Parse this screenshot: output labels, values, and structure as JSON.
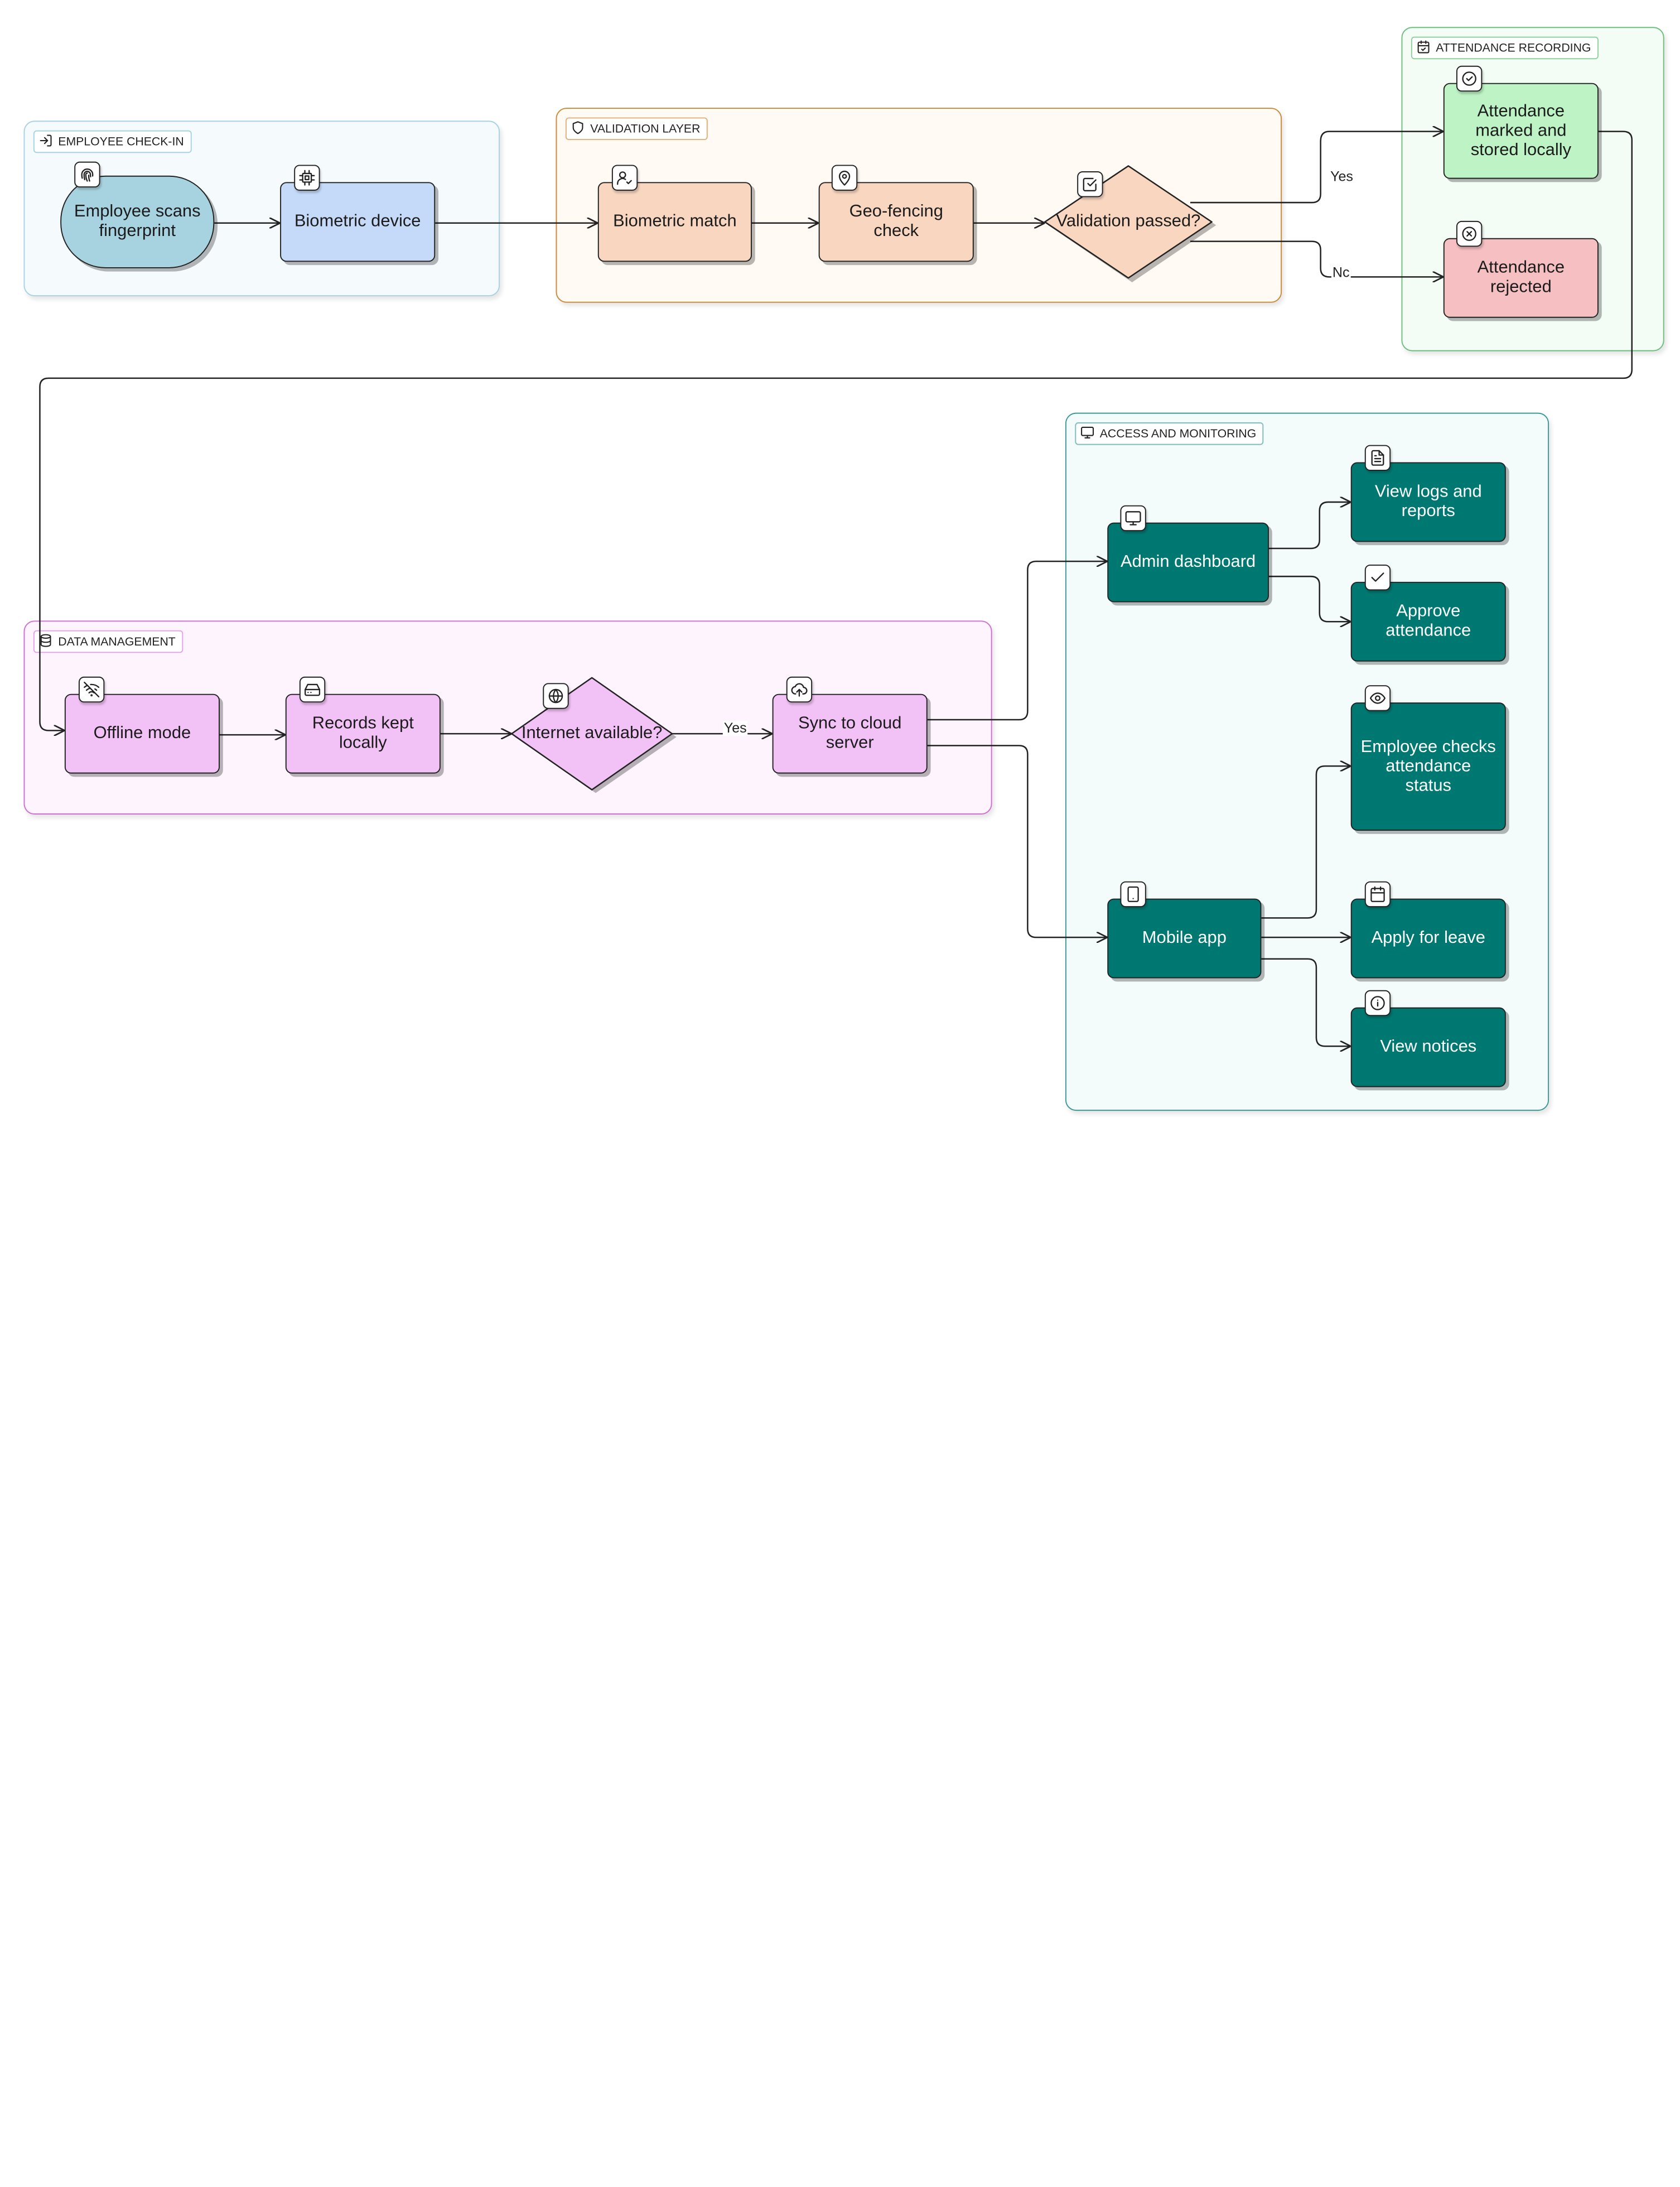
{
  "groups": {
    "checkin": "EMPLOYEE CHECK-IN",
    "validation": "VALIDATION LAYER",
    "recording": "ATTENDANCE RECORDING",
    "data": "DATA MANAGEMENT",
    "access": "ACCESS AND MONITORING"
  },
  "nodes": {
    "scan": "Employee scans fingerprint",
    "device": "Biometric device",
    "match": "Biometric match",
    "geo": "Geo-fencing check",
    "passed": "Validation passed?",
    "marked": "Attendance marked and stored locally",
    "rejected": "Attendance rejected",
    "offline": "Offline mode",
    "records": "Records kept locally",
    "internet": "Internet available?",
    "sync": "Sync to cloud server",
    "admin": "Admin dashboard",
    "logs": "View logs and reports",
    "approve": "Approve attendance",
    "checks": "Employee checks attendance status",
    "mobile": "Mobile app",
    "leave": "Apply for leave",
    "notices": "View notices"
  },
  "edge_labels": {
    "yes_valid": "Yes",
    "no_valid": "Nc",
    "yes_internet": "Yes"
  },
  "icons": {
    "checkin": "log-in-icon",
    "validation": "shield-icon",
    "recording": "calendar-check-icon",
    "data": "database-icon",
    "access": "monitor-icon",
    "scan": "fingerprint-icon",
    "device": "chip-icon",
    "match": "user-check-icon",
    "geo": "map-pin-icon",
    "passed": "check-square-icon",
    "marked": "check-circle-icon",
    "rejected": "x-circle-icon",
    "offline": "wifi-off-icon",
    "records": "hard-drive-icon",
    "internet": "globe-icon",
    "sync": "cloud-upload-icon",
    "admin": "monitor-icon",
    "logs": "file-text-icon",
    "approve": "check-icon",
    "checks": "eye-icon",
    "mobile": "tablet-icon",
    "leave": "calendar-icon",
    "notices": "info-icon"
  },
  "colors": {
    "checkin_fill": "#f5fafd",
    "checkin_border": "#a8d3e3",
    "validation_fill": "#fffaf4",
    "validation_border": "#c98a3a",
    "recording_fill": "#f3fcf5",
    "recording_border": "#6cbf7e",
    "data_fill": "#fdf4fd",
    "data_border": "#cf6fd3",
    "access_fill": "#f3fbfb",
    "access_border": "#3b9a97",
    "scan": "#a7d3e0",
    "device": "#c5daf9",
    "peach": "#f8d6bf",
    "green": "#bdf3c5",
    "red": "#f6bfc2",
    "pink": "#f2c1f6",
    "teal": "#007872"
  }
}
